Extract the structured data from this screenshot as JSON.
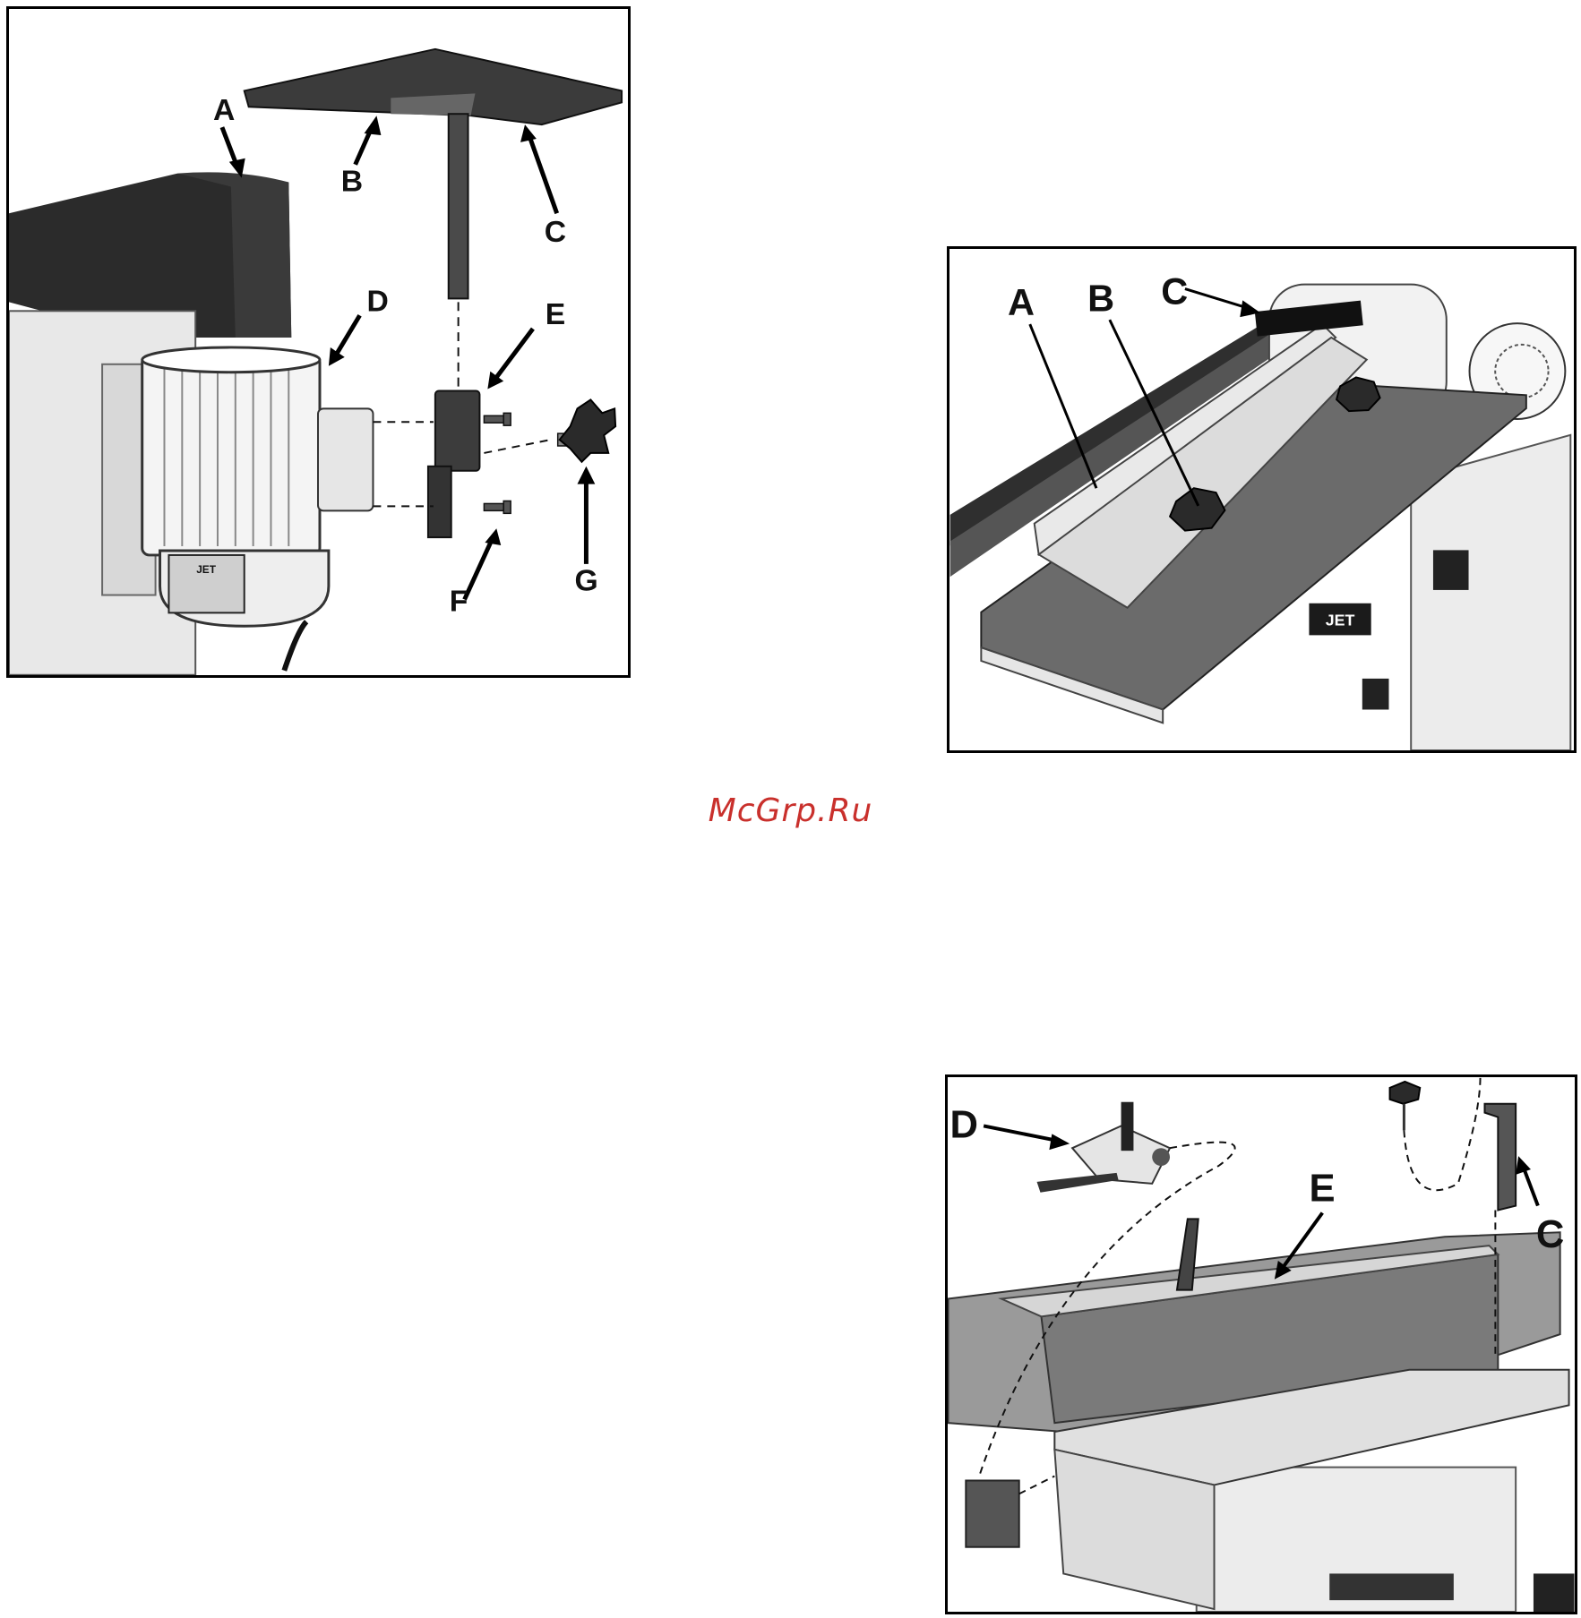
{
  "figure1": {
    "labels": {
      "a": "A",
      "b": "B",
      "c": "C",
      "d": "D",
      "e": "E",
      "f": "F",
      "g": "G"
    },
    "motor_plate": "JET"
  },
  "figure2": {
    "labels": {
      "a": "A",
      "b": "B",
      "c": "C"
    },
    "badge": "JET"
  },
  "figure3": {
    "labels": {
      "c": "C",
      "d": "D",
      "e": "E"
    }
  },
  "watermark": "McGrp.Ru",
  "colors": {
    "border": "#000000",
    "watermark": "#c9302c",
    "belt": "#2b2b2b",
    "gray": "#8a8a8a"
  }
}
